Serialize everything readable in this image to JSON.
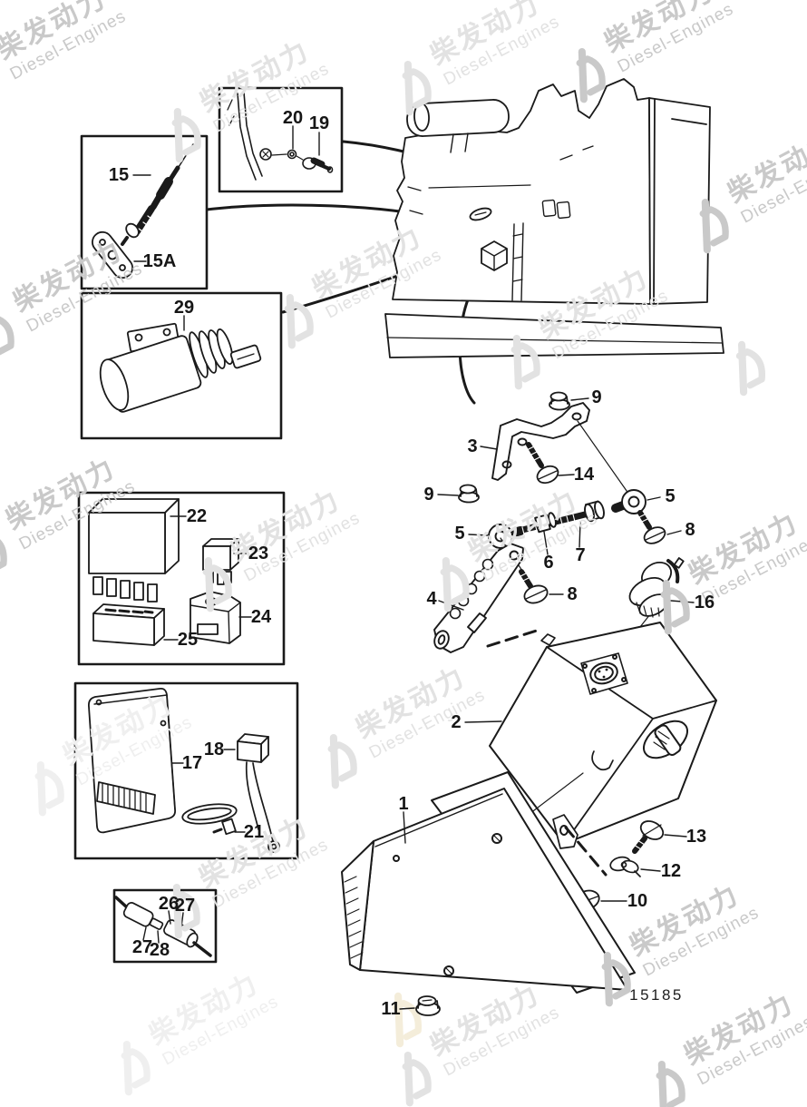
{
  "watermark": {
    "cn": "柴发动力",
    "en": "Diesel-Engines",
    "logo": "triangle-d-logo"
  },
  "figure": {
    "number": "15185"
  },
  "colors": {
    "line": "#1a1a1a",
    "label": "#161616",
    "watermark_mid": "#c9c9c9",
    "watermark_light": "#e2e2e2",
    "watermark_cream": "#f4edda",
    "background": "#ffffff"
  },
  "labels": [
    {
      "id": "p15",
      "text": "15"
    },
    {
      "id": "p15A",
      "text": "15A"
    },
    {
      "id": "p20",
      "text": "20"
    },
    {
      "id": "p19",
      "text": "19"
    },
    {
      "id": "p29",
      "text": "29"
    },
    {
      "id": "p22",
      "text": "22"
    },
    {
      "id": "p23",
      "text": "23"
    },
    {
      "id": "p24",
      "text": "24"
    },
    {
      "id": "p25",
      "text": "25"
    },
    {
      "id": "p17",
      "text": "17"
    },
    {
      "id": "p18",
      "text": "18"
    },
    {
      "id": "p21",
      "text": "21"
    },
    {
      "id": "p26",
      "text": "26"
    },
    {
      "id": "p27a",
      "text": "27"
    },
    {
      "id": "p27b",
      "text": "27"
    },
    {
      "id": "p28",
      "text": "28"
    },
    {
      "id": "p9a",
      "text": "9"
    },
    {
      "id": "p3",
      "text": "3"
    },
    {
      "id": "p14",
      "text": "14"
    },
    {
      "id": "p9b",
      "text": "9"
    },
    {
      "id": "p5a",
      "text": "5"
    },
    {
      "id": "p8a",
      "text": "8"
    },
    {
      "id": "p5b",
      "text": "5"
    },
    {
      "id": "p6",
      "text": "6"
    },
    {
      "id": "p7",
      "text": "7"
    },
    {
      "id": "p4",
      "text": "4"
    },
    {
      "id": "p8b",
      "text": "8"
    },
    {
      "id": "p16",
      "text": "16"
    },
    {
      "id": "p2",
      "text": "2"
    },
    {
      "id": "p1",
      "text": "1"
    },
    {
      "id": "p13",
      "text": "13"
    },
    {
      "id": "p12",
      "text": "12"
    },
    {
      "id": "p10",
      "text": "10"
    },
    {
      "id": "p11",
      "text": "11"
    }
  ]
}
